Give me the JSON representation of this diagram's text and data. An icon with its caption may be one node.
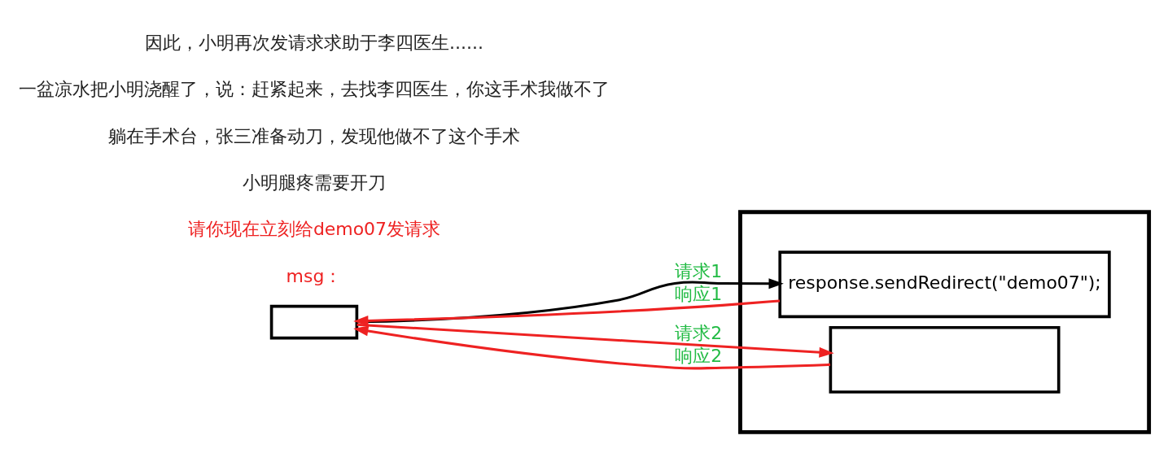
{
  "diagram": {
    "nodes": [
      {
        "text": [],
        "shape": "box"
      },
      {
        "text": [],
        "shape": "box"
      },
      {
        "text": [
          "response.sendRedirect(\"demo07\");"
        ],
        "in": 1
      },
      {
        "text": [],
        "shape": "box",
        "in": 1
      }
    ],
    "edges": [
      {
        "from": 0,
        "to": 2,
        "arrow": "to",
        "label": "请求1",
        "color": "#000000"
      },
      {
        "from": 2,
        "to": 0,
        "arrow": "to",
        "label": "响应1"
      },
      {
        "from": 0,
        "to": 3,
        "arrow": "to",
        "label": "请求2"
      },
      {
        "from": 3,
        "to": 0,
        "arrow": "to",
        "label": "响应2"
      }
    ],
    "labels": [
      "msg：",
      "请你现在立刻给demo07发请求",
      "小明腿疼需要开刀",
      "躺在手术台，张三准备动刀，发现他做不了这个手术",
      "一盆凉水把小明浇醒了，说：赶紧起来，去找李四医生，你这手术我做不了",
      "因此，小明再次发请求求助于李四医生......"
    ]
  }
}
